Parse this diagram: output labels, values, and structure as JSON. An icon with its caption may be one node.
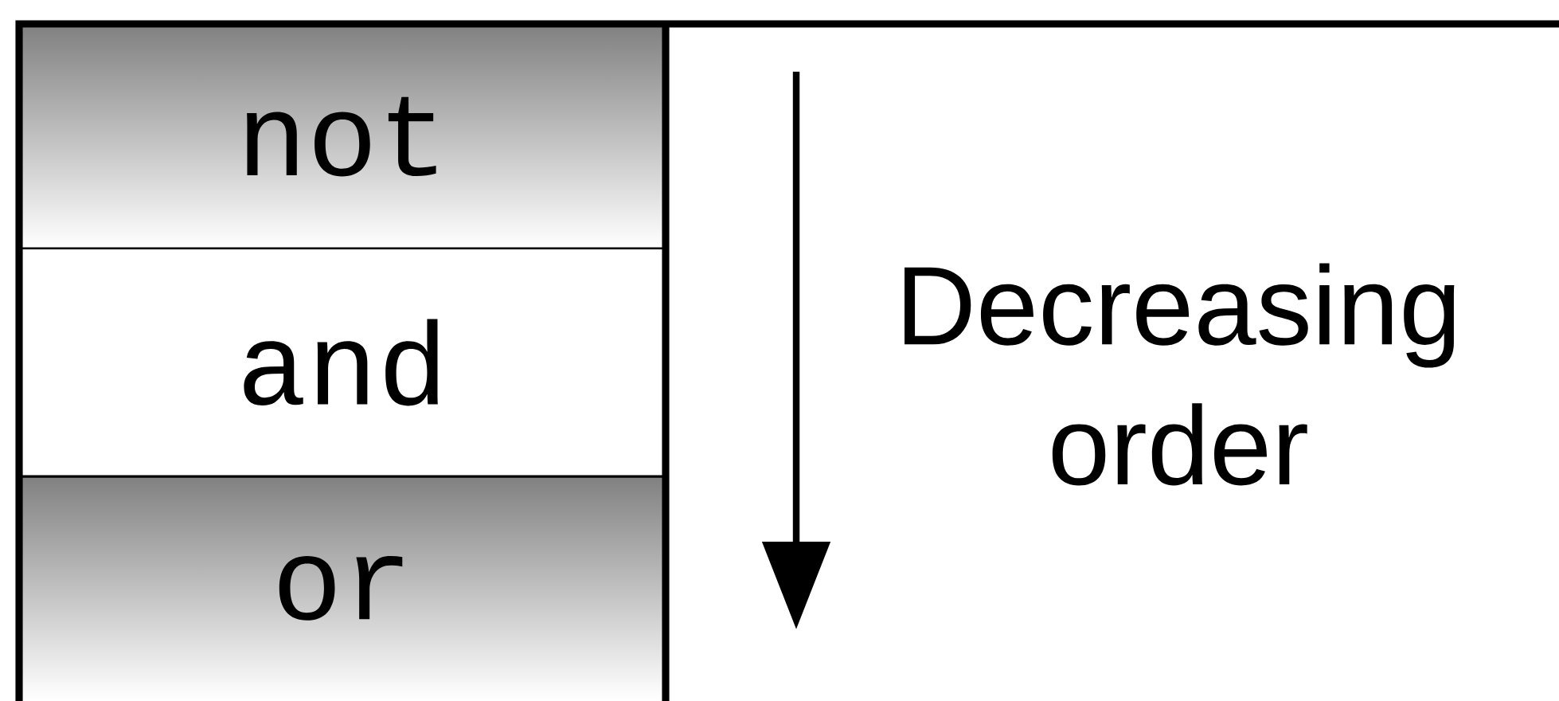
{
  "diagram": {
    "labels": [
      "not",
      "and",
      "or",
      "Decreasing order"
    ]
  }
}
